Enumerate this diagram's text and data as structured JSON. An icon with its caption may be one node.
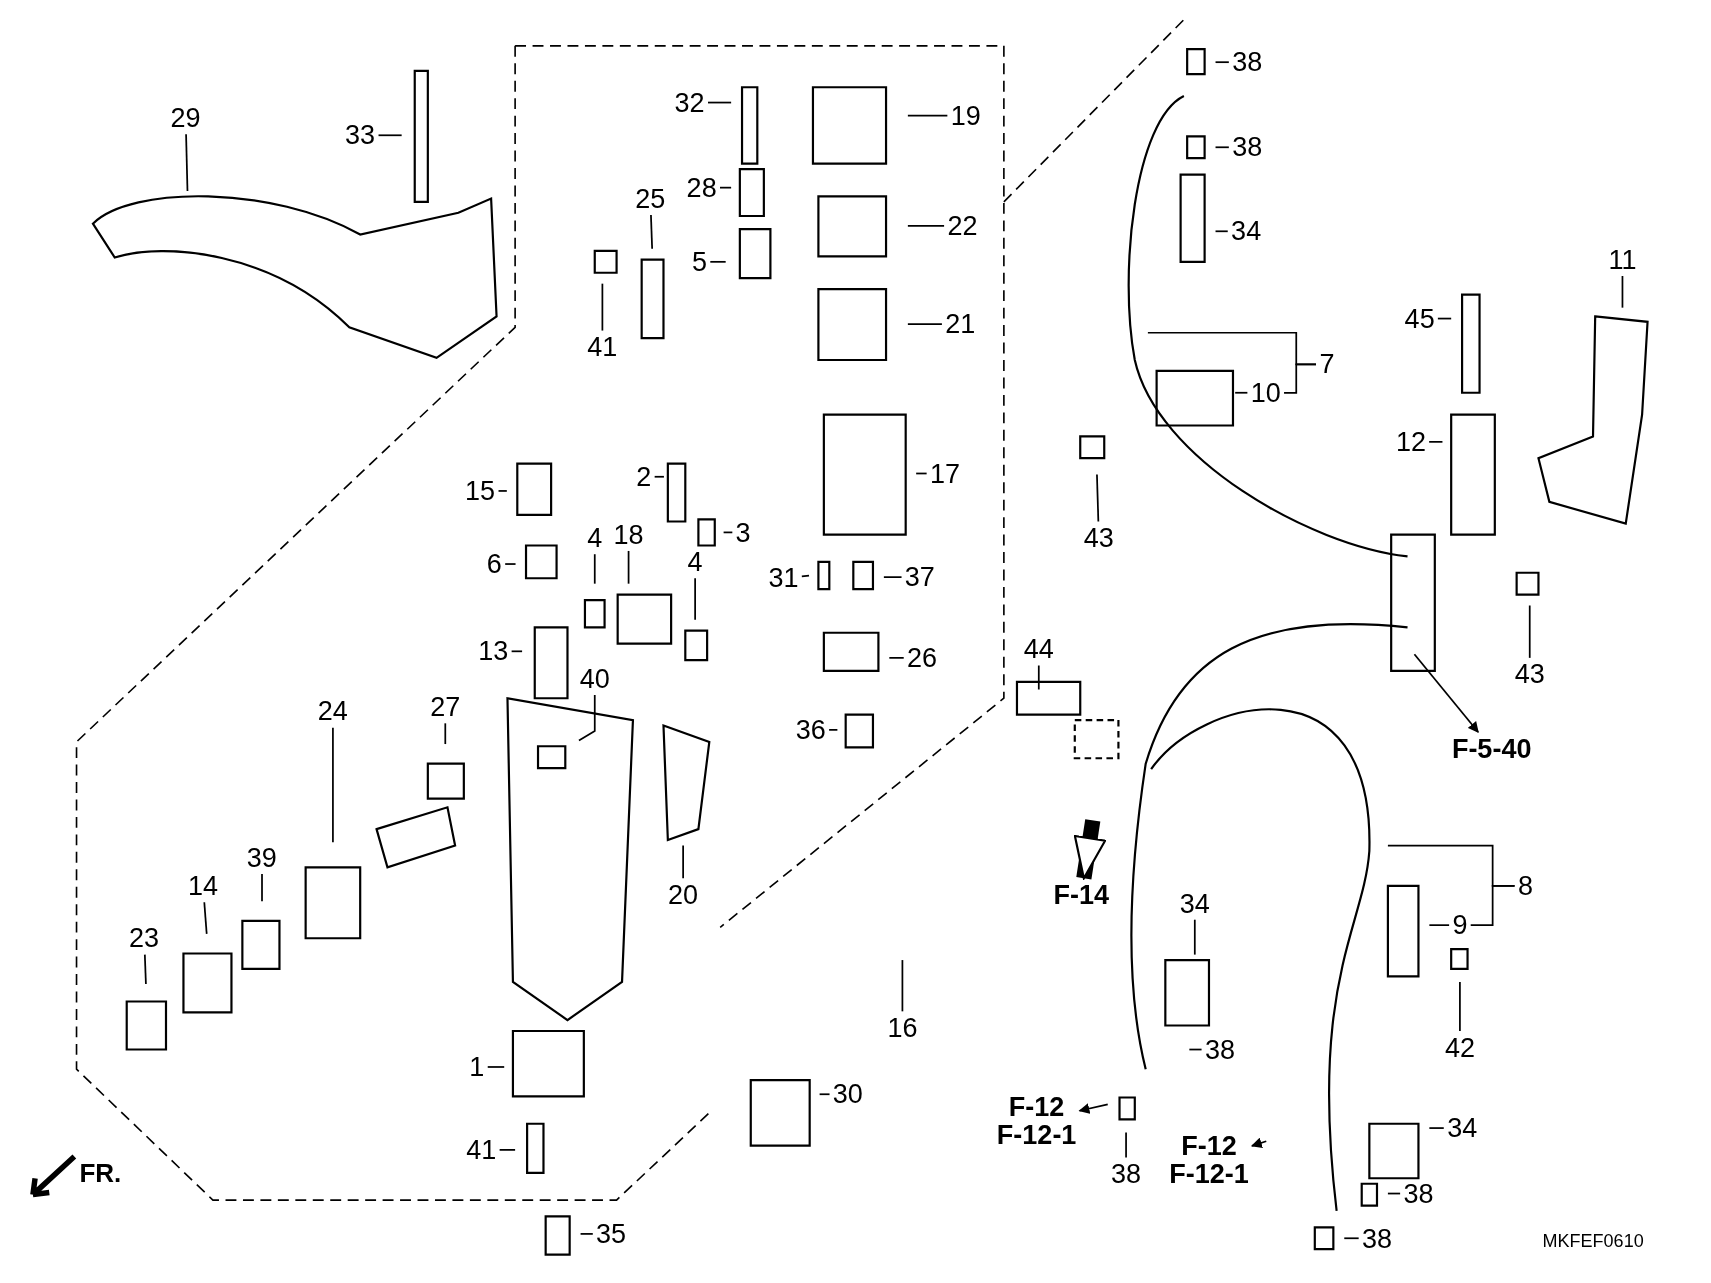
{
  "diagram": {
    "nodes": [
      {
        "text": [
          "29"
        ]
      },
      {
        "text": [
          "33"
        ]
      },
      {
        "text": [
          "32"
        ]
      },
      {
        "text": [
          "19"
        ]
      },
      {
        "text": [
          "28"
        ]
      },
      {
        "text": [
          "22"
        ]
      },
      {
        "text": [
          "25"
        ]
      },
      {
        "text": [
          "5"
        ]
      },
      {
        "text": [
          "41"
        ]
      },
      {
        "text": [
          "21"
        ]
      },
      {
        "text": [
          "17"
        ]
      },
      {
        "text": [
          "15"
        ]
      },
      {
        "text": [
          "2"
        ]
      },
      {
        "text": [
          "3"
        ]
      },
      {
        "text": [
          "6"
        ]
      },
      {
        "text": [
          "4"
        ]
      },
      {
        "text": [
          "18"
        ]
      },
      {
        "text": [
          "4"
        ]
      },
      {
        "text": [
          "31"
        ]
      },
      {
        "text": [
          "37"
        ]
      },
      {
        "text": [
          "13"
        ]
      },
      {
        "text": [
          "40"
        ]
      },
      {
        "text": [
          "26"
        ]
      },
      {
        "text": [
          "36"
        ]
      },
      {
        "text": [
          "24"
        ]
      },
      {
        "text": [
          "27"
        ]
      },
      {
        "text": [
          "14"
        ]
      },
      {
        "text": [
          "39"
        ]
      },
      {
        "text": [
          "23"
        ]
      },
      {
        "text": [
          "20"
        ]
      },
      {
        "text": [
          "16"
        ]
      },
      {
        "text": [
          "1"
        ]
      },
      {
        "text": [
          "41"
        ]
      },
      {
        "text": [
          "30"
        ]
      },
      {
        "text": [
          "35"
        ]
      },
      {
        "text": [
          "38"
        ]
      },
      {
        "text": [
          "38"
        ]
      },
      {
        "text": [
          "34"
        ]
      },
      {
        "text": [
          "11"
        ]
      },
      {
        "text": [
          "45"
        ]
      },
      {
        "text": [
          "7"
        ]
      },
      {
        "text": [
          "10"
        ]
      },
      {
        "text": [
          "12"
        ]
      },
      {
        "text": [
          "43"
        ]
      },
      {
        "text": [
          "43"
        ]
      },
      {
        "text": [
          "44"
        ]
      },
      {
        "text": [
          "F-5-40"
        ]
      },
      {
        "text": [
          "F-14"
        ]
      },
      {
        "text": [
          "34"
        ]
      },
      {
        "text": [
          "8"
        ]
      },
      {
        "text": [
          "9"
        ]
      },
      {
        "text": [
          "38"
        ]
      },
      {
        "text": [
          "42"
        ]
      },
      {
        "text": [
          "F-12",
          "F-12-1"
        ]
      },
      {
        "text": [
          "38"
        ]
      },
      {
        "text": [
          "34"
        ]
      },
      {
        "text": [
          "F-12",
          "F-12-1"
        ]
      },
      {
        "text": [
          "38"
        ]
      },
      {
        "text": [
          "38"
        ]
      }
    ],
    "edges": [
      {
        "from": 0,
        "to": null,
        "arrow": "none"
      },
      {
        "from": 1,
        "to": null,
        "arrow": "none"
      },
      {
        "from": 2,
        "to": null,
        "arrow": "none"
      },
      {
        "from": 3,
        "to": null,
        "arrow": "none"
      },
      {
        "from": 4,
        "to": null,
        "arrow": "none"
      },
      {
        "from": 5,
        "to": null,
        "arrow": "none"
      },
      {
        "from": 6,
        "to": null,
        "arrow": "none"
      },
      {
        "from": 7,
        "to": null,
        "arrow": "none"
      },
      {
        "from": 8,
        "to": null,
        "arrow": "none"
      },
      {
        "from": 9,
        "to": null,
        "arrow": "none"
      },
      {
        "from": 10,
        "to": null,
        "arrow": "none"
      },
      {
        "from": 11,
        "to": null,
        "arrow": "none"
      },
      {
        "from": 12,
        "to": null,
        "arrow": "none"
      },
      {
        "from": 13,
        "to": null,
        "arrow": "none"
      },
      {
        "from": 14,
        "to": null,
        "arrow": "none"
      },
      {
        "from": 15,
        "to": null,
        "arrow": "none"
      },
      {
        "from": 16,
        "to": null,
        "arrow": "none"
      },
      {
        "from": 17,
        "to": null,
        "arrow": "none"
      },
      {
        "from": 18,
        "to": null,
        "arrow": "none"
      },
      {
        "from": 19,
        "to": null,
        "arrow": "none"
      },
      {
        "from": 20,
        "to": null,
        "arrow": "none"
      },
      {
        "from": 21,
        "to": null,
        "arrow": "none"
      },
      {
        "from": 22,
        "to": null,
        "arrow": "none"
      },
      {
        "from": 23,
        "to": null,
        "arrow": "none"
      },
      {
        "from": 24,
        "to": null,
        "arrow": "none"
      },
      {
        "from": 25,
        "to": null,
        "arrow": "none"
      },
      {
        "from": 26,
        "to": null,
        "arrow": "none"
      },
      {
        "from": 27,
        "to": null,
        "arrow": "none"
      },
      {
        "from": 28,
        "to": null,
        "arrow": "none"
      },
      {
        "from": 29,
        "to": null,
        "arrow": "none"
      },
      {
        "from": 30,
        "to": null,
        "arrow": "none"
      },
      {
        "from": 31,
        "to": null,
        "arrow": "none"
      },
      {
        "from": 32,
        "to": null,
        "arrow": "none"
      },
      {
        "from": 33,
        "to": null,
        "arrow": "none"
      },
      {
        "from": 34,
        "to": null,
        "arrow": "none"
      },
      {
        "from": 35,
        "to": null,
        "arrow": "none"
      },
      {
        "from": 36,
        "to": null,
        "arrow": "none"
      },
      {
        "from": 37,
        "to": null,
        "arrow": "none"
      },
      {
        "from": 38,
        "to": null,
        "arrow": "none"
      },
      {
        "from": 39,
        "to": null,
        "arrow": "none"
      },
      {
        "from": 40,
        "to": null,
        "arrow": "none"
      },
      {
        "from": 41,
        "to": null,
        "arrow": "none"
      },
      {
        "from": 42,
        "to": null,
        "arrow": "none"
      },
      {
        "from": 43,
        "to": null,
        "arrow": "none"
      },
      {
        "from": 44,
        "to": null,
        "arrow": "none"
      },
      {
        "from": 45,
        "to": null,
        "arrow": "none"
      },
      {
        "from": null,
        "to": 46,
        "arrow": "to"
      },
      {
        "from": null,
        "to": 47,
        "arrow": "to",
        "style": "thick"
      },
      {
        "from": 48,
        "to": null,
        "arrow": "none"
      },
      {
        "from": 49,
        "to": null,
        "arrow": "none"
      },
      {
        "from": 50,
        "to": null,
        "arrow": "none"
      },
      {
        "from": 51,
        "to": null,
        "arrow": "none"
      },
      {
        "from": 52,
        "to": null,
        "arrow": "none"
      },
      {
        "from": null,
        "to": 53,
        "arrow": "to"
      },
      {
        "from": 54,
        "to": null,
        "arrow": "none"
      },
      {
        "from": 55,
        "to": null,
        "arrow": "none"
      },
      {
        "from": null,
        "to": 56,
        "arrow": "to"
      },
      {
        "from": 57,
        "to": null,
        "arrow": "none"
      },
      {
        "from": 58,
        "to": null,
        "arrow": "none"
      },
      {
        "from": 40,
        "to": 41,
        "arrow": "none"
      },
      {
        "from": 49,
        "to": 50,
        "arrow": "none"
      }
    ],
    "labels": [
      "FR.",
      "MKFEF0610"
    ]
  }
}
